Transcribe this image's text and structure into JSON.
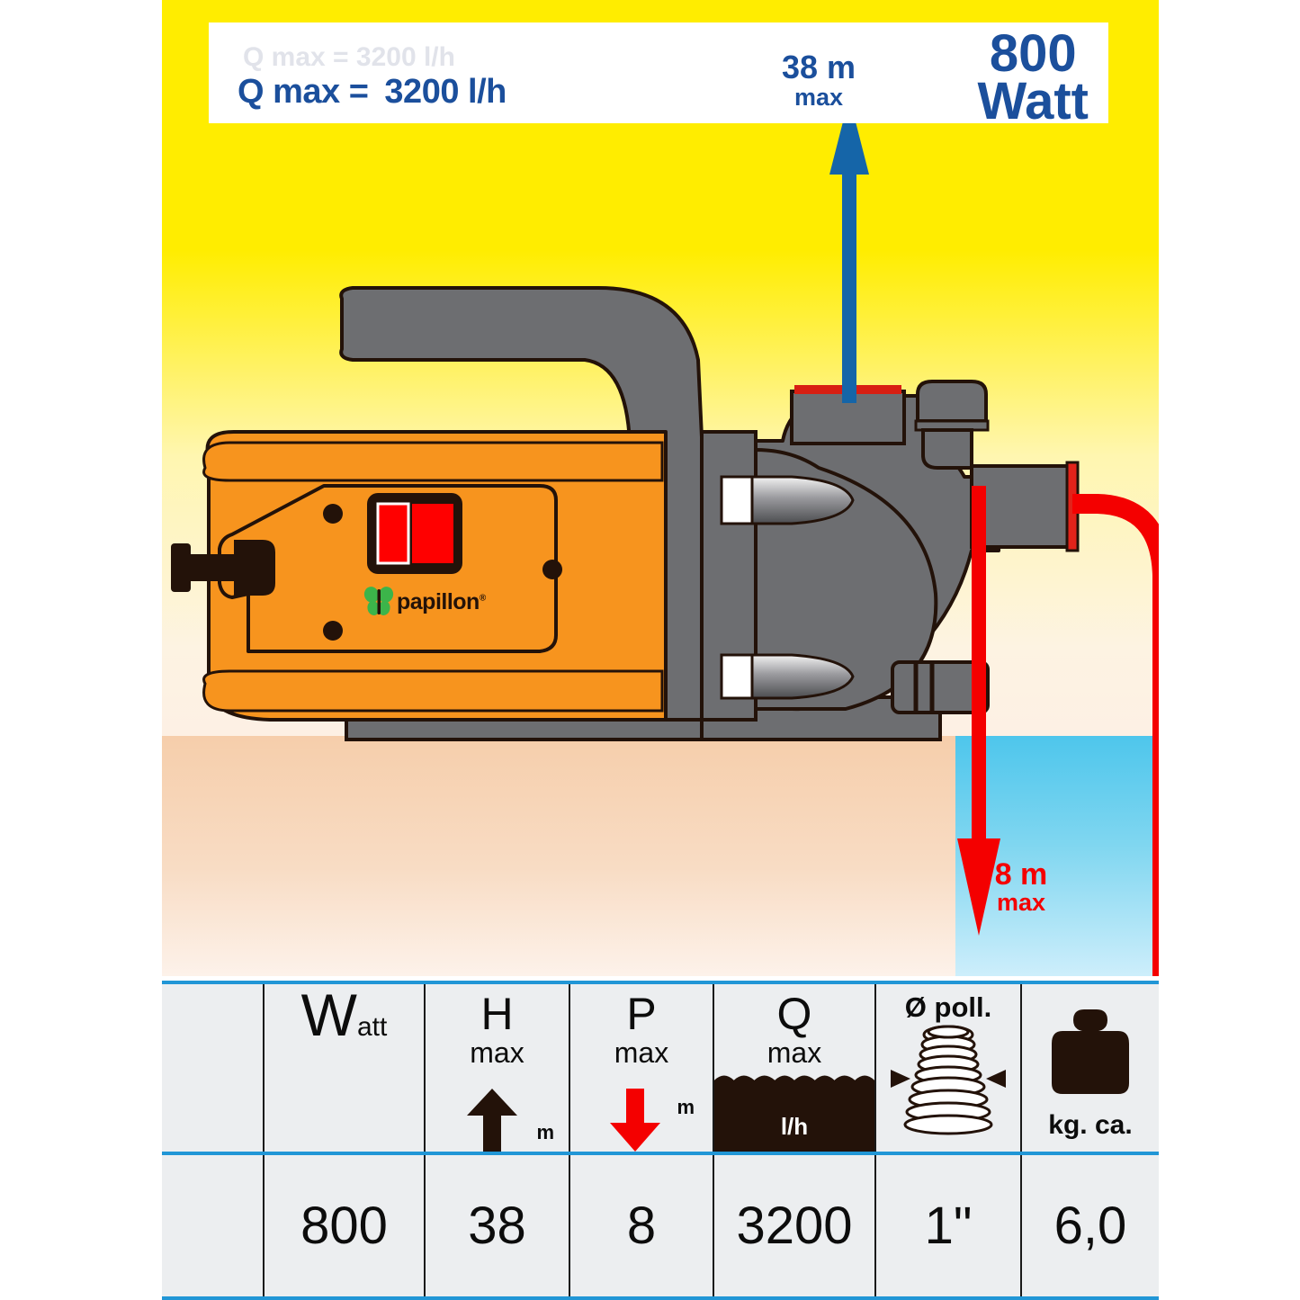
{
  "banner": {
    "q_label": "Q max =",
    "q_value": "3200 l/h",
    "ghost_text": "Q max = 3200 l/h",
    "head_value": "38 m",
    "head_max": "max",
    "power_number": "800",
    "power_unit": "Watt"
  },
  "scene": {
    "suction_value": "8 m",
    "suction_max": "max",
    "brand": "papillon",
    "brand_tm": "®",
    "colors": {
      "sky": "#ffed00",
      "ground": "#f6ceab",
      "water": "#4ec6ec",
      "pump_body": "#6d6e71",
      "pump_shell": "#f7941e",
      "discharge_arrow": "#1565a8",
      "suction_arrow": "#f40000",
      "hose": "#f40000",
      "switch": "#ff0000"
    }
  },
  "spec_table": {
    "headers": [
      {
        "id": "blank",
        "letter": "",
        "sub": "",
        "unit": "",
        "icon": ""
      },
      {
        "id": "watt",
        "letter": "W",
        "sub": "att",
        "unit": "",
        "icon": ""
      },
      {
        "id": "h-max",
        "letter": "H",
        "sub": "max",
        "unit": "m",
        "icon": "up-arrow-icon"
      },
      {
        "id": "p-max",
        "letter": "P",
        "sub": "max",
        "unit": "m",
        "icon": "down-arrow-icon"
      },
      {
        "id": "q-max",
        "letter": "Q",
        "sub": "max",
        "unit": "l/h",
        "icon": "water-level-icon"
      },
      {
        "id": "o-poll",
        "letter": "",
        "sub": "Ø poll.",
        "unit": "",
        "icon": "threaded-port-icon"
      },
      {
        "id": "weight",
        "letter": "",
        "sub": "",
        "unit": "kg. ca.",
        "icon": "weight-icon"
      }
    ],
    "values": [
      "",
      "800",
      "38",
      "8",
      "3200",
      "1\"",
      "6,0"
    ],
    "accent_color": "#2196d6"
  }
}
